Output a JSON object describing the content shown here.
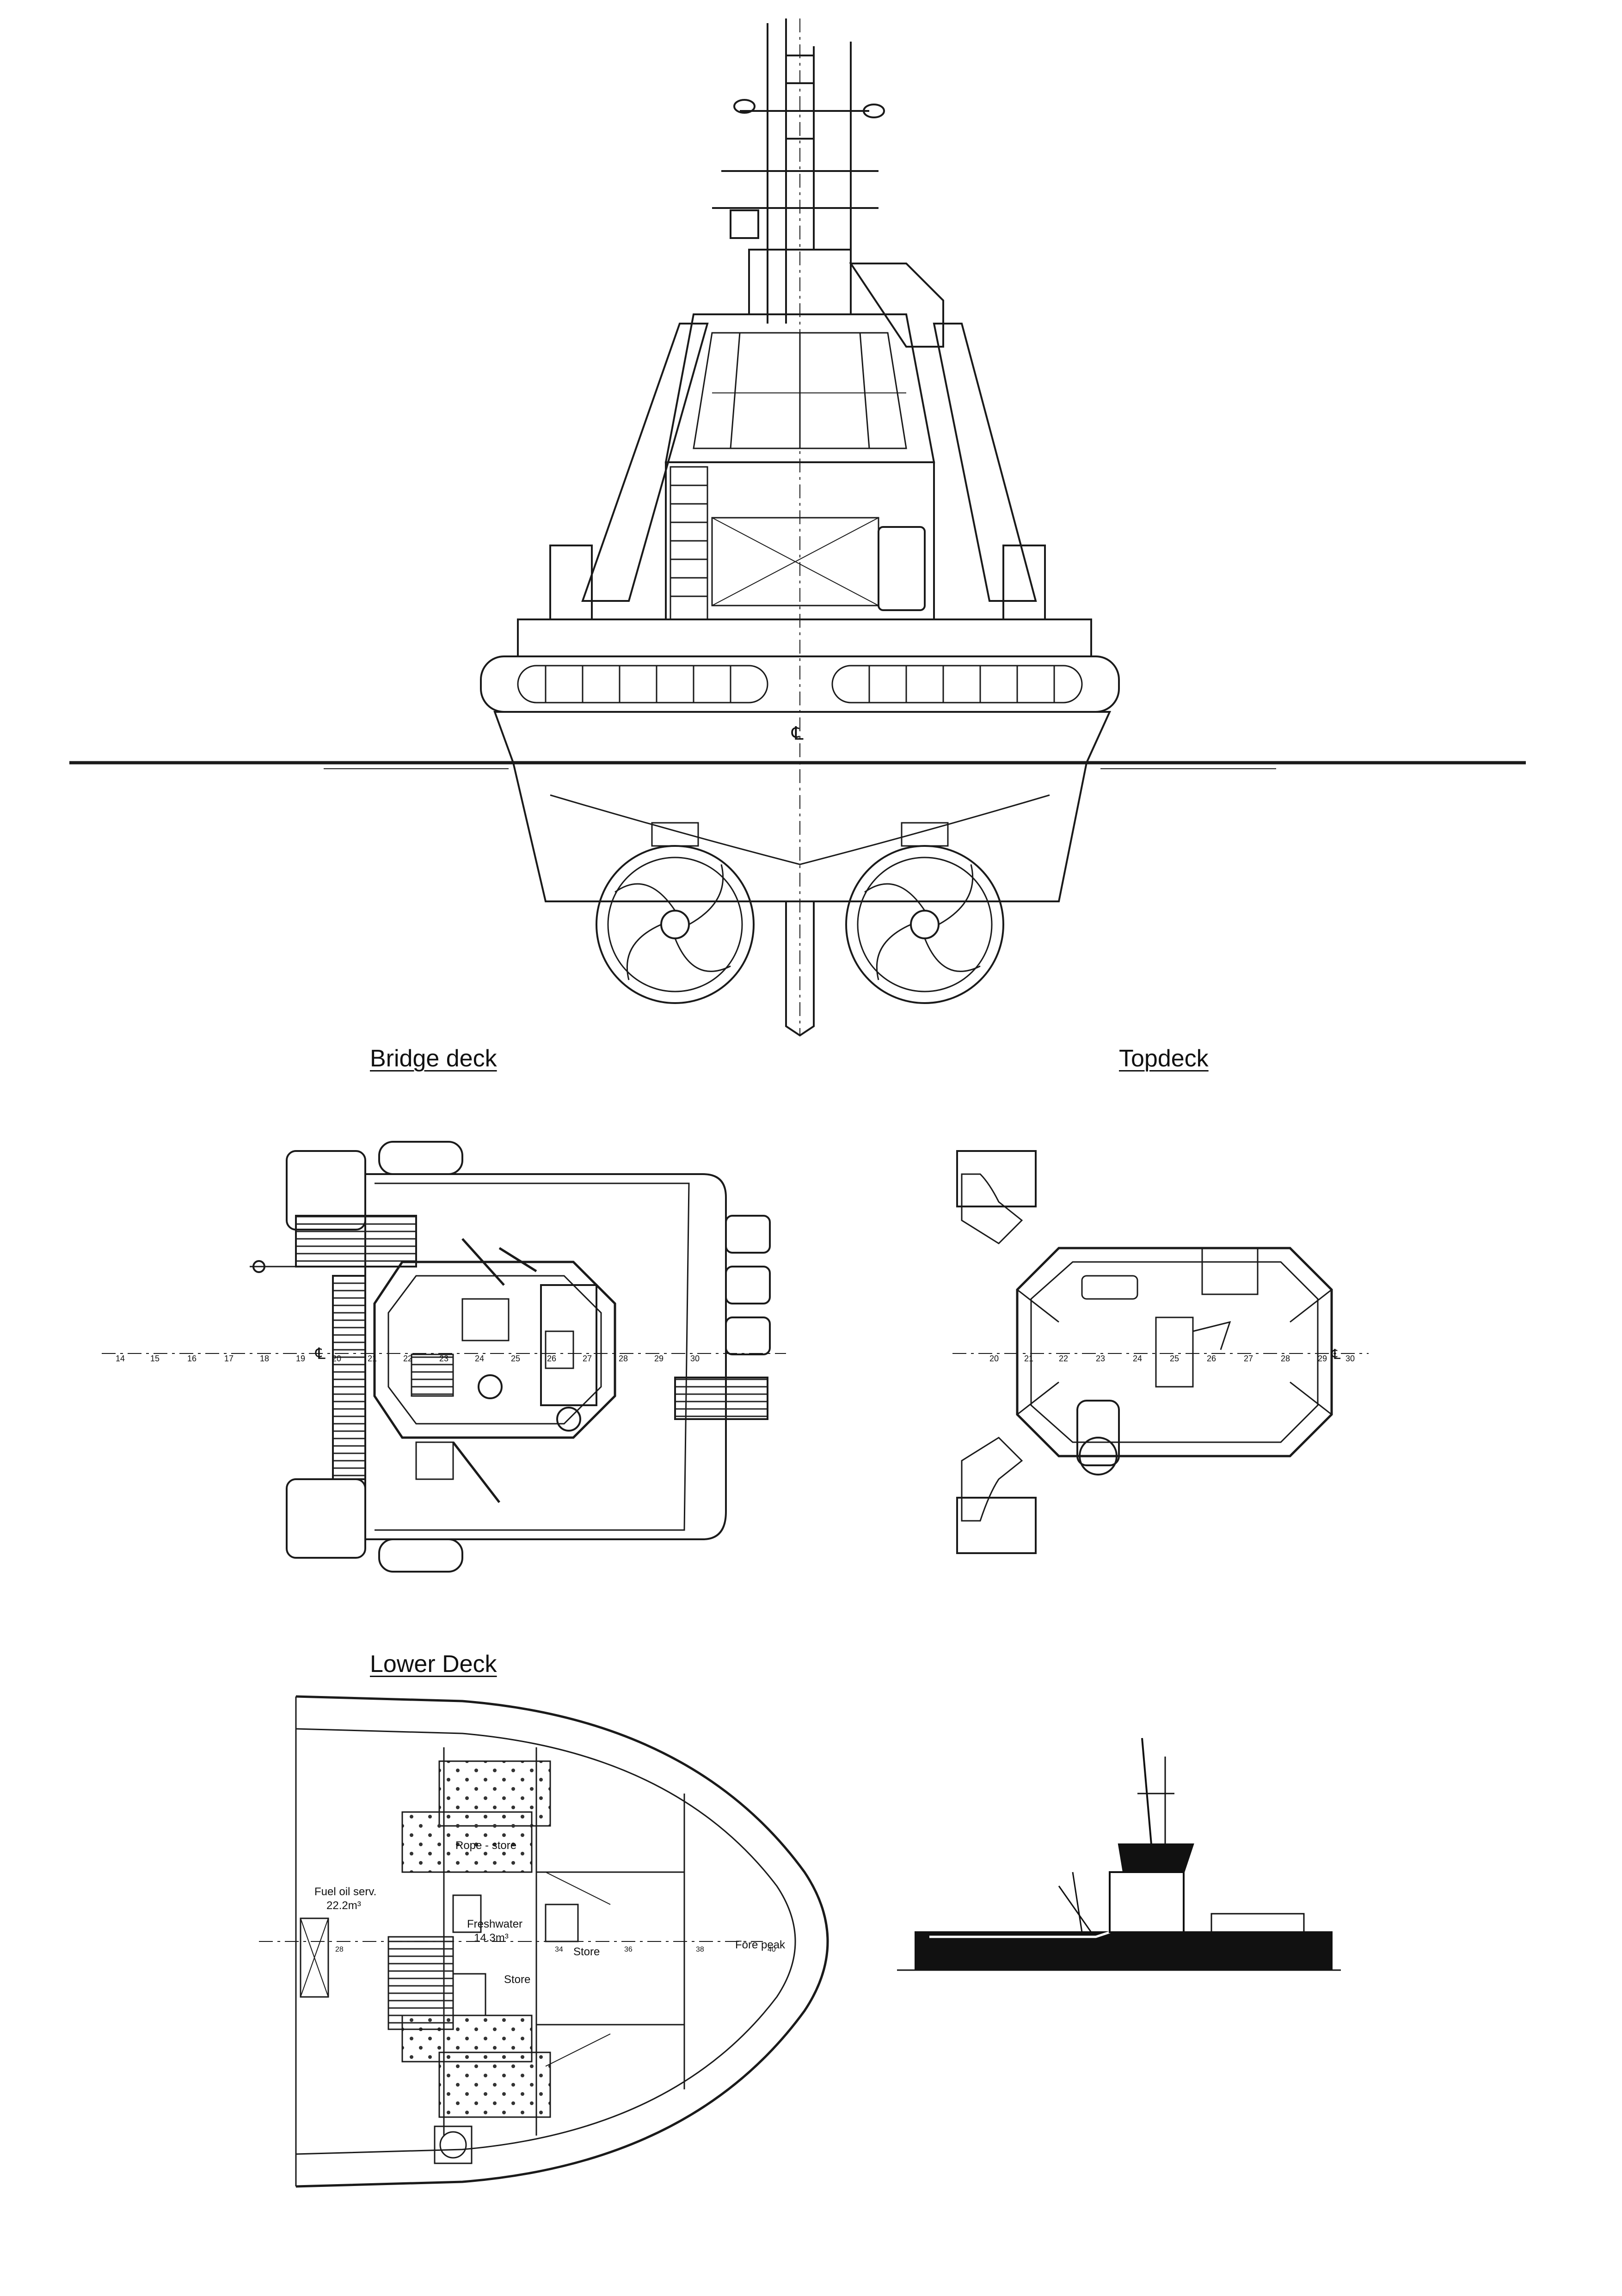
{
  "titles": {
    "bridge_deck": "Bridge deck",
    "topdeck": "Topdeck",
    "lower_deck": "Lower Deck"
  },
  "centerline_mark": "℄",
  "frame_numbers": {
    "bridge": [
      "14",
      "15",
      "16",
      "17",
      "18",
      "19",
      "20",
      "21",
      "22",
      "23",
      "24",
      "25",
      "26",
      "27",
      "28",
      "29",
      "30"
    ],
    "top": [
      "20",
      "21",
      "22",
      "23",
      "24",
      "25",
      "26",
      "27",
      "28",
      "29",
      "30"
    ],
    "lower": [
      "28",
      "34",
      "36",
      "38",
      "40"
    ]
  },
  "compartments": {
    "fuel_oil_name": "Fuel oil serv.",
    "fuel_oil_volume": "22.2m³",
    "rope_store": "Rope - store",
    "freshwater_name": "Freshwater",
    "freshwater_volume": "14.3m³",
    "store_fwd": "Store",
    "store_aft": "Store",
    "fore_peak": "Fore peak"
  },
  "colors": {
    "line": "#1a1a1a",
    "hull_fill": "#111111"
  }
}
